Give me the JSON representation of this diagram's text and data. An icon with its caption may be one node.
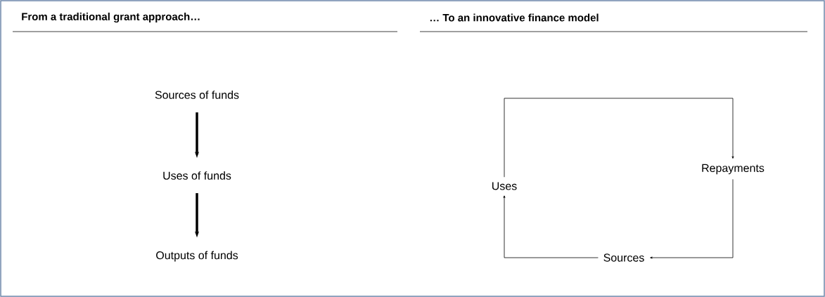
{
  "diagram": {
    "nodes": [
      {
        "text": [
          "Sources of funds"
        ]
      },
      {
        "text": [
          "Uses of funds"
        ]
      },
      {
        "text": [
          "Outputs of funds"
        ]
      },
      {
        "text": [
          "Uses"
        ]
      },
      {
        "text": [
          "Repayments"
        ]
      },
      {
        "text": [
          "Sources"
        ]
      }
    ],
    "edges": [
      {
        "from": 0,
        "to": 1,
        "arrow": "to",
        "style": "thick"
      },
      {
        "from": 1,
        "to": 2,
        "arrow": "to",
        "style": "thick"
      },
      {
        "from": 3,
        "to": 4,
        "arrow": "to"
      },
      {
        "from": 4,
        "to": 5,
        "arrow": "to"
      },
      {
        "from": 5,
        "to": 3,
        "arrow": "to"
      }
    ],
    "labels": [
      "From a traditional grant approach…",
      "… To an innovative finance model"
    ]
  }
}
